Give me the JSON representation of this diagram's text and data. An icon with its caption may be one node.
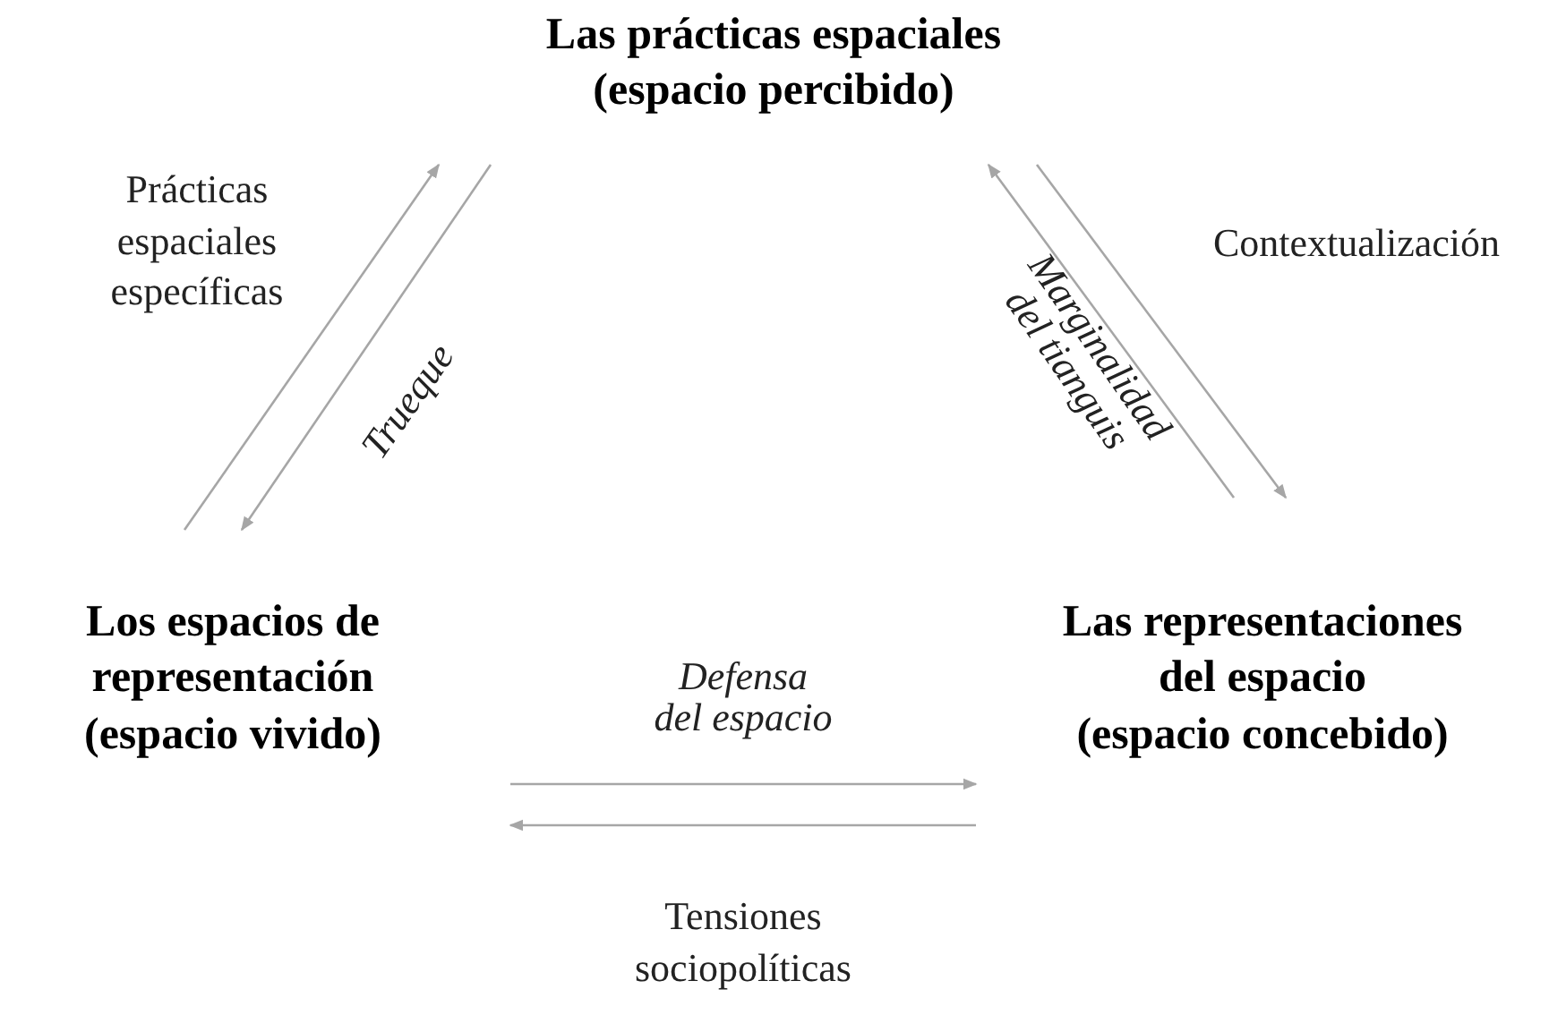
{
  "diagram": {
    "nodes": [
      {
        "text": [
          "Las prácticas espaciales (espacio percibido)"
        ]
      },
      {
        "text": [
          "Los espacios de representación (espacio vivido)"
        ]
      },
      {
        "text": [
          "Las representaciones del espacio (espacio concebido)"
        ]
      }
    ],
    "edges": [
      {
        "from": 1,
        "to": 0,
        "arrow": "to",
        "label": "Prácticas espaciales específicas"
      },
      {
        "from": 0,
        "to": 1,
        "arrow": "to",
        "label": "Trueque"
      },
      {
        "from": 2,
        "to": 0,
        "arrow": "to",
        "label": "Marginalidad del tianguis"
      },
      {
        "from": 0,
        "to": 2,
        "arrow": "to",
        "label": "Contextualización"
      },
      {
        "from": 1,
        "to": 2,
        "arrow": "to",
        "label": "Defensa del espacio"
      },
      {
        "from": 2,
        "to": 1,
        "arrow": "to",
        "label": "Tensiones sociopolíticas"
      }
    ]
  }
}
